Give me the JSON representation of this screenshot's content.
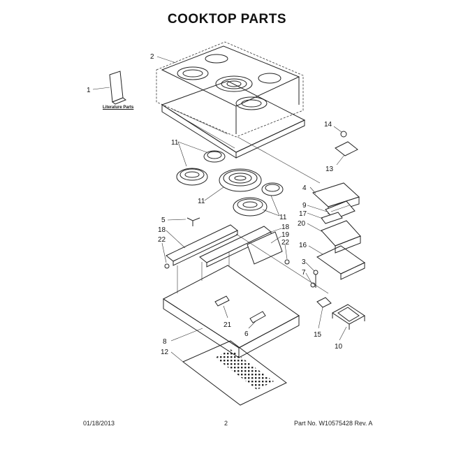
{
  "title": "COOKTOP PARTS",
  "literature_label": "Literature Parts",
  "footer": {
    "date": "01/18/2013",
    "page": "2",
    "part_no": "Part No. W10575428  Rev. A"
  },
  "callouts": {
    "c1": "1",
    "c2": "2",
    "c3": "3",
    "c4": "4",
    "c5": "5",
    "c6": "6",
    "c7": "7",
    "c8": "8",
    "c9": "9",
    "c10": "10",
    "c11a": "11",
    "c11b": "11",
    "c11c": "11",
    "c12": "12",
    "c13": "13",
    "c14": "14",
    "c15": "15",
    "c16": "16",
    "c17": "17",
    "c18a": "18",
    "c18b": "18",
    "c19": "19",
    "c20": "20",
    "c21": "21",
    "c22a": "22",
    "c22b": "22"
  }
}
